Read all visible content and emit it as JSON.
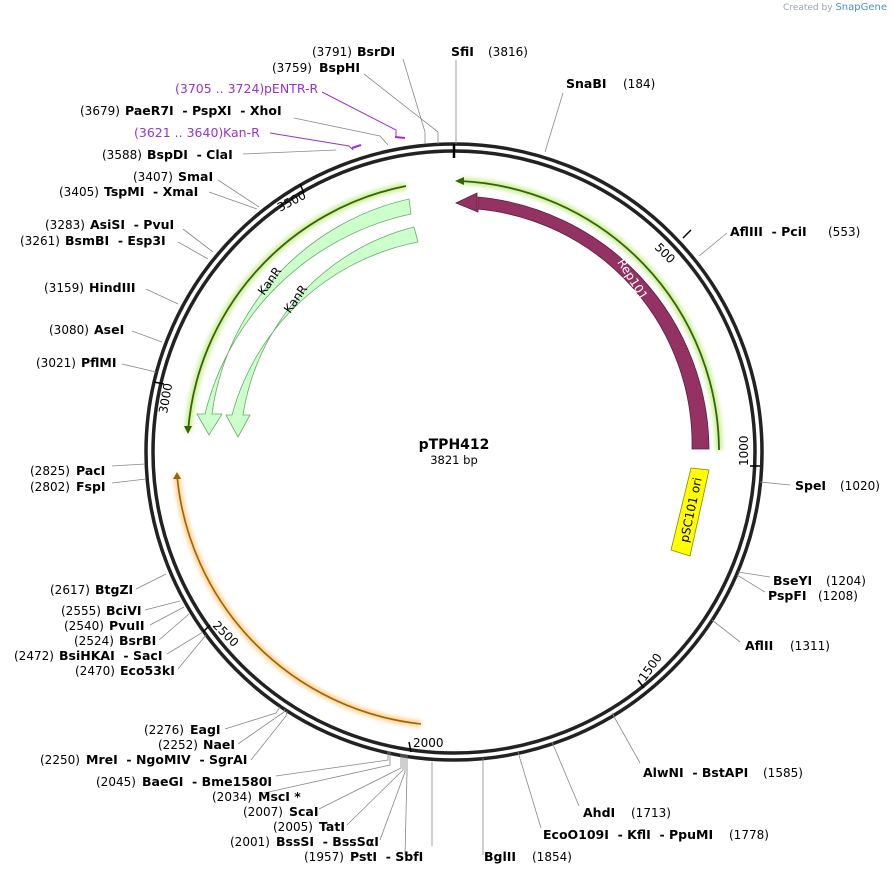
{
  "credit": {
    "prefix": "Created by",
    "brand": "SnapGene"
  },
  "plasmid": {
    "name": "pTPH412",
    "size_text": "3821 bp",
    "length": 3821
  },
  "tick_labels": [
    "500",
    "1000",
    "1500",
    "2000",
    "2500",
    "3000",
    "3500"
  ],
  "features": [
    {
      "id": "rep101",
      "label": "Rep101",
      "color": "#943264",
      "text_color": "#ffffff"
    },
    {
      "id": "psc101",
      "label": "pSC101 ori",
      "color": "#ffff00",
      "text_color": "#000000"
    },
    {
      "id": "kanr1",
      "label": "KanR",
      "color": "#ccffcc",
      "text_color": "#000000"
    },
    {
      "id": "kanr2",
      "label": "KanR",
      "color": "#ccffcc",
      "text_color": "#000000"
    }
  ],
  "primers": [
    {
      "range": "(3705 .. 3724)",
      "name": "pENTR-R"
    },
    {
      "range": "(3621 .. 3640)",
      "name": "Kan-R"
    }
  ],
  "sites": [
    {
      "pos": "(3791)",
      "name": "BsrDI"
    },
    {
      "pos": "(3816)",
      "name": "SfiI"
    },
    {
      "pos": "(184)",
      "name": "SnaBI"
    },
    {
      "pos": "(3759)",
      "name": "BspHI"
    },
    {
      "pos": "(3679)",
      "name": "PaeR7I  - PspXI  - XhoI"
    },
    {
      "pos": "(3588)",
      "name": "BspDI  - ClaI"
    },
    {
      "pos": "(3407)",
      "name": "SmaI"
    },
    {
      "pos": "(3405)",
      "name": "TspMI  - XmaI"
    },
    {
      "pos": "(3283)",
      "name": "AsiSI  - PvuI"
    },
    {
      "pos": "(3261)",
      "name": "BsmBI  - Esp3I"
    },
    {
      "pos": "(3159)",
      "name": "HindIII"
    },
    {
      "pos": "(3080)",
      "name": "AseI"
    },
    {
      "pos": "(3021)",
      "name": "PflMI"
    },
    {
      "pos": "(2825)",
      "name": "PacI"
    },
    {
      "pos": "(2802)",
      "name": "FspI"
    },
    {
      "pos": "(2617)",
      "name": "BtgZI"
    },
    {
      "pos": "(2555)",
      "name": "BciVI"
    },
    {
      "pos": "(2540)",
      "name": "PvuII"
    },
    {
      "pos": "(2524)",
      "name": "BsrBI"
    },
    {
      "pos": "(2472)",
      "name": "BsiHKAI  - SacI"
    },
    {
      "pos": "(2470)",
      "name": "Eco53kI"
    },
    {
      "pos": "(2276)",
      "name": "EagI"
    },
    {
      "pos": "(2252)",
      "name": "NaeI"
    },
    {
      "pos": "(2250)",
      "name": "MreI  - NgoMIV  - SgrAI"
    },
    {
      "pos": "(2045)",
      "name": "BaeGI  - Bme1580I"
    },
    {
      "pos": "(2034)",
      "name": "MscI *"
    },
    {
      "pos": "(2007)",
      "name": "ScaI"
    },
    {
      "pos": "(2005)",
      "name": "TatI"
    },
    {
      "pos": "(2001)",
      "name": "BssSI  - BssSαI"
    },
    {
      "pos": "(1957)",
      "name": "PstI  - SbfI"
    },
    {
      "pos": "(1854)",
      "name": "BglII"
    },
    {
      "pos": "(1778)",
      "name": "EcoO109I  - KflI  - PpuMI"
    },
    {
      "pos": "(1713)",
      "name": "AhdI"
    },
    {
      "pos": "(1585)",
      "name": "AlwNI  - BstAPI"
    },
    {
      "pos": "(1311)",
      "name": "AflII"
    },
    {
      "pos": "(1208)",
      "name": "PspFI"
    },
    {
      "pos": "(1204)",
      "name": "BseYI"
    },
    {
      "pos": "(1020)",
      "name": "SpeI"
    },
    {
      "pos": "(553)",
      "name": "AflIII  - PciI"
    }
  ]
}
